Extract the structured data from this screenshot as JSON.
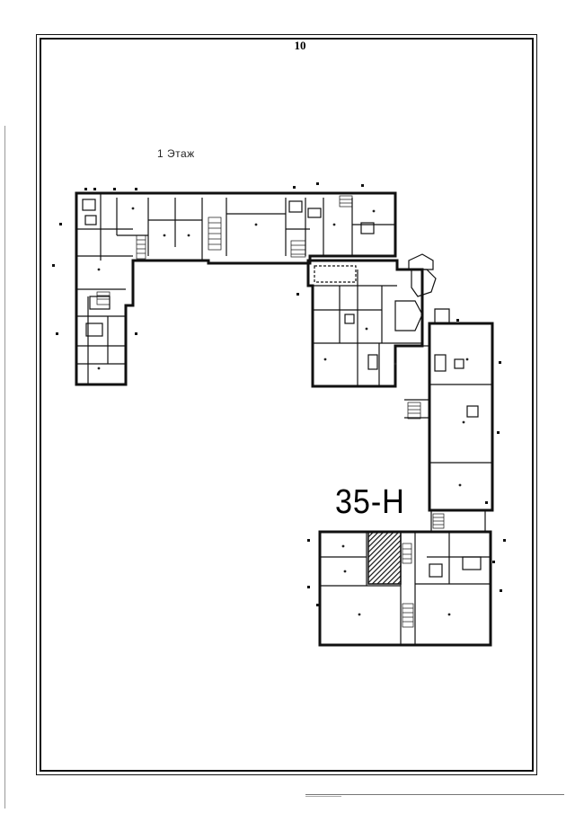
{
  "page_number": "10",
  "floor_title": "1 Этаж",
  "unit_label": "35-Н",
  "colors": {
    "ink": "#111111",
    "hatch": "#1a1a1a",
    "paper": "#ffffff"
  }
}
